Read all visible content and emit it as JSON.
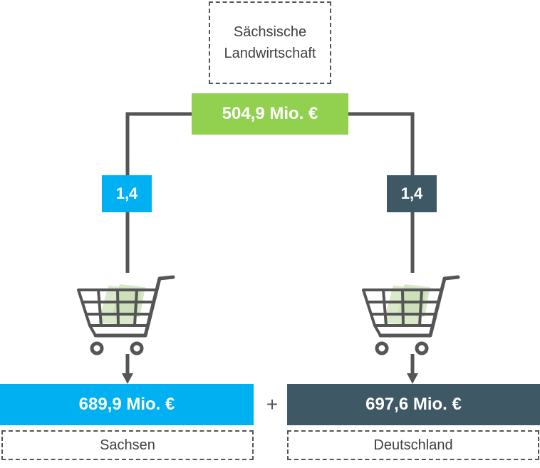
{
  "source": {
    "line1": "Sächsische",
    "line2": "Landwirtschaft"
  },
  "total": {
    "value": "504,9 Mio. €",
    "color": "#92D050"
  },
  "multipliers": {
    "left": {
      "value": "1,4",
      "color": "#00B0F0"
    },
    "right": {
      "value": "1,4",
      "color": "#3F5866"
    }
  },
  "results": {
    "left": {
      "value": "689,9 Mio. €",
      "label": "Sachsen",
      "color": "#00B0F0"
    },
    "right": {
      "value": "697,6 Mio. €",
      "label": "Deutschland",
      "color": "#3F5866"
    }
  },
  "operator": "+",
  "icons": {
    "cart": "shopping-cart-icon"
  },
  "colors": {
    "line": "#555555",
    "cart_fill": "#D9E8C8"
  }
}
